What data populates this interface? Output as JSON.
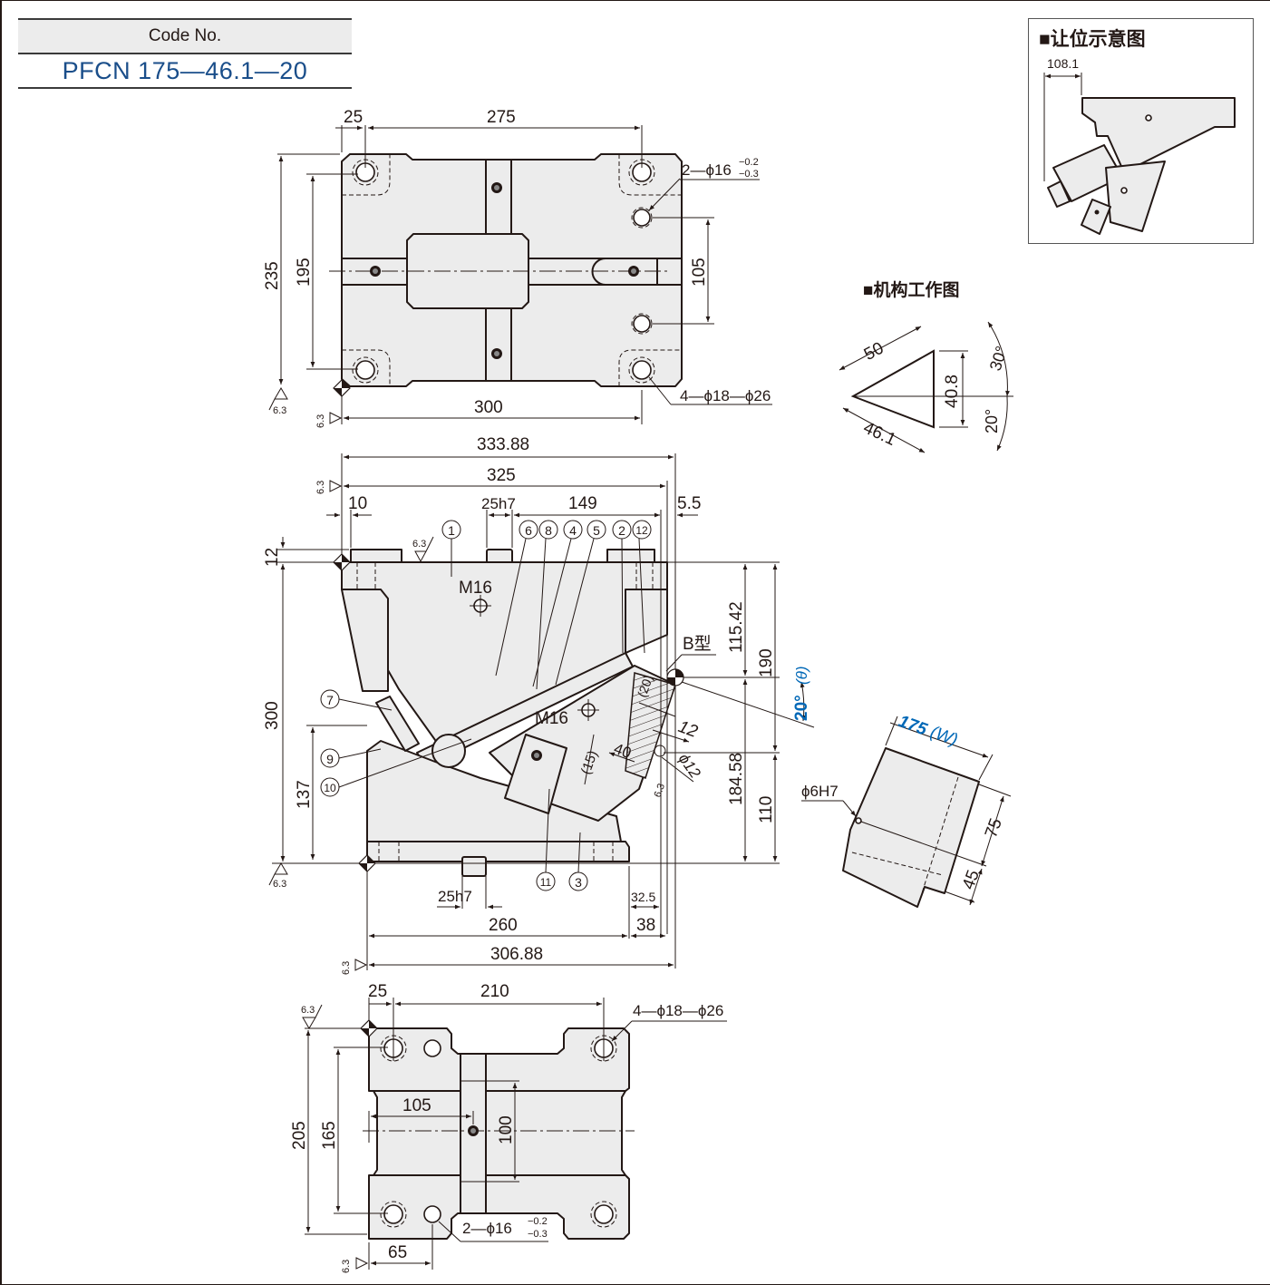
{
  "code_table": {
    "header": "Code No.",
    "value": "PFCN 175—46.1—20"
  },
  "insets": {
    "clearance_title": "■让位示意图",
    "clearance_dim": "108.1",
    "mechanism_title": "■机构工作图",
    "mechanism_dims": {
      "hyp": "50",
      "base": "46.1",
      "height": "40.8",
      "angle_up": "30°",
      "angle_down": "20°"
    }
  },
  "top_view": {
    "dims": {
      "d25": "25",
      "d275": "275",
      "d235": "235",
      "d195": "195",
      "d105": "105",
      "d300": "300"
    },
    "callouts": {
      "pin_holes": "2—ϕ16",
      "pin_tol_upper": "−0.2",
      "pin_tol_lower": "−0.3",
      "bolt_holes": "4—ϕ18—ϕ26"
    },
    "roughness": "6.3"
  },
  "front_view": {
    "dims": {
      "d333": "333.88",
      "d325": "325",
      "d10": "10",
      "key_top": "25h7",
      "d149": "149",
      "d5_5": "5.5",
      "d12": "12",
      "d300": "300",
      "d137": "137",
      "d115": "115.42",
      "d190": "190",
      "d184": "184.58",
      "d110": "110",
      "key_bottom": "25h7",
      "d260": "260",
      "d32_5": "32.5",
      "d38": "38",
      "d306": "306.88",
      "d20p": "(20)",
      "d12b": "12",
      "d40": "40",
      "d15p": "(15)",
      "phi12": "ϕ12"
    },
    "labels": {
      "m16_top": "M16",
      "m16_mid": "M16",
      "b_type": "B型",
      "angle": "20°",
      "theta": "(θ)"
    },
    "balloons": [
      "1",
      "6",
      "8",
      "4",
      "5",
      "2",
      "12",
      "7",
      "9",
      "10",
      "11",
      "3"
    ],
    "roughness": "6.3"
  },
  "side_view": {
    "width_label": "175",
    "width_suffix": "(W)",
    "pin": "ϕ6H7",
    "d75": "75",
    "d45": "45"
  },
  "bottom_view": {
    "dims": {
      "d25": "25",
      "d210": "210",
      "d205": "205",
      "d165": "165",
      "d105": "105",
      "d100": "100",
      "d65": "65"
    },
    "callouts": {
      "bolt_holes": "4—ϕ18—ϕ26",
      "pin_holes": "2—ϕ16",
      "pin_tol_upper": "−0.2",
      "pin_tol_lower": "−0.3"
    },
    "roughness": "6.3"
  }
}
